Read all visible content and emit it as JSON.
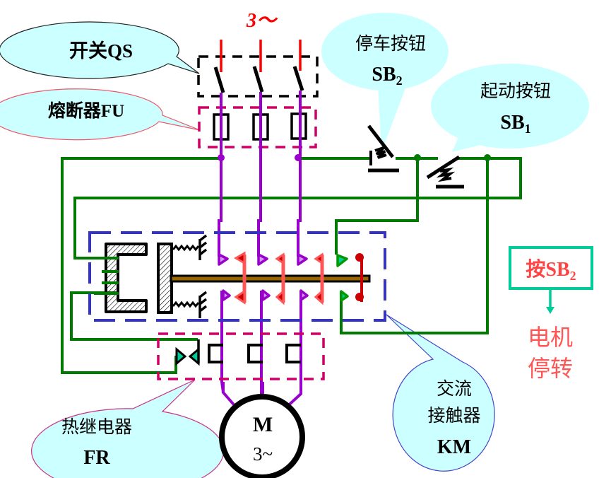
{
  "supply": {
    "label": "3～"
  },
  "callouts": {
    "qs": {
      "text": "开关QS"
    },
    "fu": {
      "text": "熔断器FU"
    },
    "sb2": {
      "line1": "停车按钮",
      "line2": "SB",
      "sub": "2"
    },
    "sb1": {
      "line1": "起动按钮",
      "line2": "SB",
      "sub": "1"
    },
    "fr": {
      "line1": "热继电器",
      "line2": "FR"
    },
    "km": {
      "line1": "交流",
      "line2": "接触器",
      "line3": "KM"
    }
  },
  "motor": {
    "line1": "M",
    "line2": "3~"
  },
  "action": {
    "box_prefix": "按SB",
    "box_sub": "2",
    "result_line1": "电机",
    "result_line2": "停转"
  },
  "colors": {
    "control_wire": "#007a00",
    "power_wire": "#9900cc",
    "supply_red": "#ff0000",
    "contact_red": "#ff5555",
    "aux_red": "#cc0000",
    "callout_fill": "#ccffff",
    "km_box": "#3333cc",
    "fu_box": "#cc0066",
    "action_box": "#00cc99",
    "action_text": "#ff4444"
  }
}
